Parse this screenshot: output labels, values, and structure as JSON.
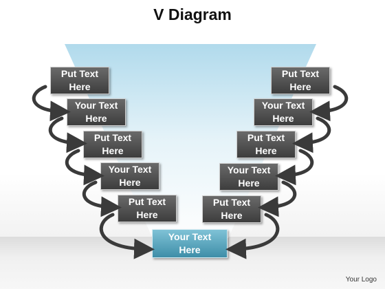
{
  "title": "V Diagram",
  "left_boxes": [
    "Put Text\nHere",
    "Your Text\nHere",
    "Put Text\nHere",
    "Your Text\nHere",
    "Put Text\nHere"
  ],
  "right_boxes": [
    "Put Text\nHere",
    "Your Text\nHere",
    "Put Text\nHere",
    "Your Text\nHere",
    "Put Text\nHere"
  ],
  "bottom_box": "Your Text\nHere",
  "logo": "Your Logo",
  "colors": {
    "box_dark": "#4a4a4a",
    "box_highlight": "#4c9ab3",
    "funnel": "#bfe0ee"
  }
}
